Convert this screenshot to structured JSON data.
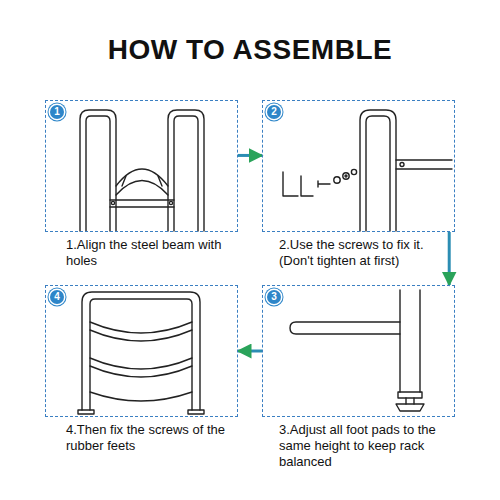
{
  "diagram": {
    "title": "HOW TO ASSEMBLE",
    "nodes": [
      {
        "text": [
          "1",
          "1.Align the steel beam with holes"
        ]
      },
      {
        "text": [
          "2",
          "2.Use the screws to fix it. (Don't tighten at first)"
        ]
      },
      {
        "text": [
          "3",
          "3.Adjust all foot pads to the same height to keep rack balanced"
        ]
      },
      {
        "text": [
          "4",
          "4.Then fix the screws of the rubber feets"
        ]
      }
    ],
    "edges": [
      {
        "from": 0,
        "to": 1,
        "arrow": "to"
      },
      {
        "from": 1,
        "to": 2,
        "arrow": "to"
      },
      {
        "from": 2,
        "to": 3,
        "arrow": "to"
      }
    ]
  }
}
